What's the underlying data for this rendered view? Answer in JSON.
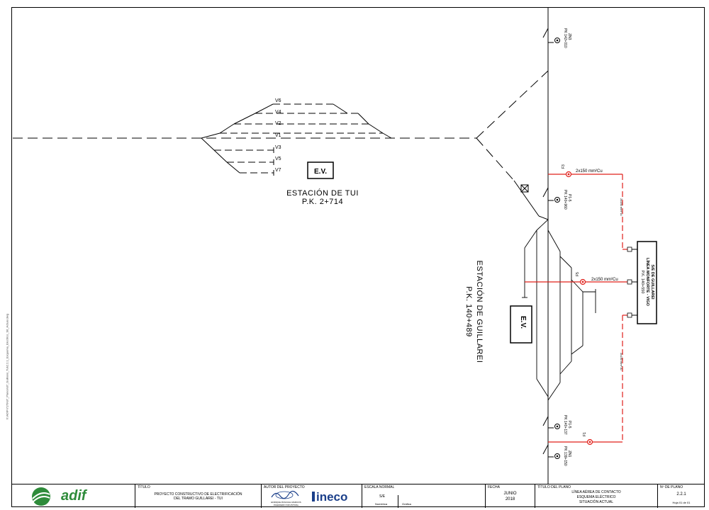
{
  "stations": {
    "tui": {
      "ev_label": "E.V.",
      "name": "ESTACIÓN DE TUI",
      "pk": "P.K. 2+714"
    },
    "guillarei": {
      "ev_label": "E.V.",
      "name": "ESTACIÓN DE GUILLAREI",
      "pk": "P.K. 140+489"
    }
  },
  "tracks": [
    "V6",
    "V4",
    "V2",
    "V1",
    "V3",
    "V5",
    "V7"
  ],
  "switches": [
    {
      "pk": "PK 142+010",
      "code": "ZN3"
    },
    {
      "pk": "PK 140+960",
      "code": "P1-5"
    },
    {
      "pk": "PK 140+137",
      "code": "P1-5"
    },
    {
      "pk": "PK 139+150",
      "code": "ZN1"
    }
  ],
  "feeders": [
    {
      "id": "F3",
      "cable": "2x150 mm²Cu"
    },
    {
      "id": "F5",
      "cable": "2x150 mm²Cu"
    },
    {
      "id": "F1",
      "cable": ""
    }
  ],
  "cable_notes": [
    "2x150 mm² Al",
    "2x150 mm² Al"
  ],
  "substation": {
    "line1": "S/E DE GUILLAREI",
    "line2": "LÍNEA MONFORTE - VIGO",
    "line3": "P.K. 140+550"
  },
  "side_note": "X:\\ADIF\\7179\\07_Planos\\07_Guillarei_Tui\\2.2.1_Esquema_Electrico_Sit_Actual.dwg",
  "title_block": {
    "logo_adif": "adif",
    "titulo_label": "TÍTULO",
    "titulo_1": "PROYECTO CONSTRUCTIVO DE ELECTRIFICACIÓN",
    "titulo_2": "DEL TRAMO GUILLAREI - TUI",
    "autor_label": "AUTOR DEL PROYECTO",
    "autor_name": "ENRIQUE PASCUAL MARCOS",
    "autor_role": "INGENIERO INDUSTRIAL",
    "logo_ineco": "ineco",
    "escala_label": "ESCALA NORMAL",
    "escala_value": "S/E",
    "escala_num": "Numérica",
    "escala_graf": "Gráfica",
    "fecha_label": "FECHA",
    "fecha_month": "JUNIO",
    "fecha_year": "2018",
    "plano_label": "TÍTULO DEL PLANO",
    "plano_1": "LÍNEA AÉREA DE CONTACTO",
    "plano_2": "ESQUEMA ELÉCTRICO",
    "plano_3": "SITUACIÓN ACTUAL",
    "num_label": "Nº DE PLANO",
    "num_value": "2.2.1",
    "hoja": "Hoja 01 de 01"
  }
}
